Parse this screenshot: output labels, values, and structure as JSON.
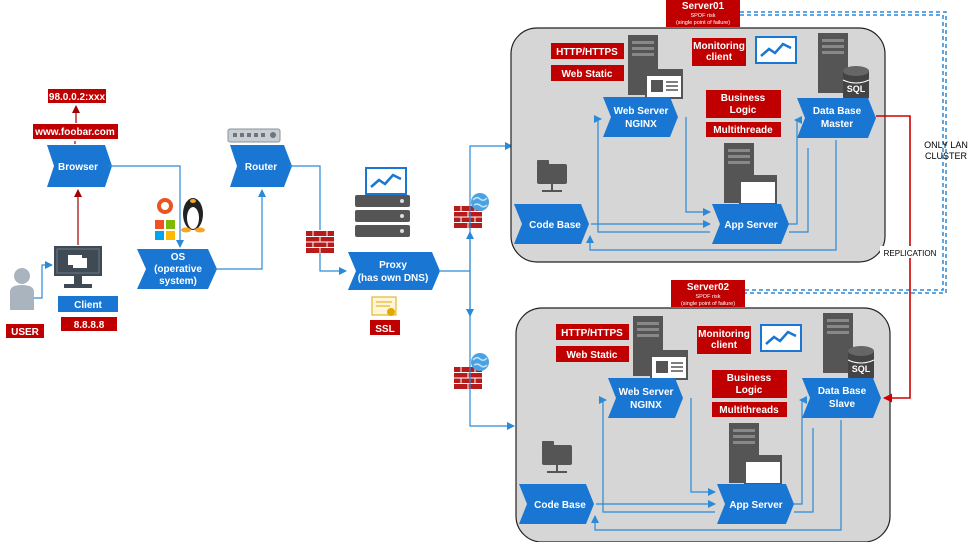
{
  "colors": {
    "chevron_blue": "#1976d2",
    "tag_red": "#c00000",
    "arrow_red": "#a00000",
    "line_blue": "#2b8ad8",
    "server_panel": "#d6d6d6",
    "server_dark": "#555555",
    "dashed_blue": "#2b8ad8",
    "replication_red": "#d00000"
  },
  "user": {
    "label": "USER"
  },
  "client": {
    "label": "Client",
    "ip": "8.8.8.8"
  },
  "browser": {
    "label": "Browser",
    "domain": "www.foobar.com",
    "ip": "98.0.0.2:xxx"
  },
  "os": {
    "line1": "OS",
    "line2": "(operative",
    "line3": "system)"
  },
  "router": {
    "label": "Router"
  },
  "proxy": {
    "line1": "Proxy",
    "line2": "(has own DNS)",
    "ssl": "SSL"
  },
  "server01": {
    "title": "Server01",
    "sub1": "SPOF risk",
    "sub2": "(single point of failure)",
    "http": "HTTP/HTTPS",
    "static": "Web Static",
    "monitoring_l1": "Monitoring",
    "monitoring_l2": "client",
    "webserver_l1": "Web Server",
    "webserver_l2": "NGINX",
    "bl_l1": "Business",
    "bl_l2": "Logic",
    "multi": "Multithreade",
    "db_l1": "Data Base",
    "db_l2": "Master",
    "codebase": "Code Base",
    "appserver": "App Server",
    "sql": "SQL"
  },
  "server02": {
    "title": "Server02",
    "sub1": "SPOF risk",
    "sub2": "(single point of failure)",
    "http": "HTTP/HTTPS",
    "static": "Web Static",
    "monitoring_l1": "Monitoring",
    "monitoring_l2": "client",
    "webserver_l1": "Web Server",
    "webserver_l2": "NGINX",
    "bl_l1": "Business",
    "bl_l2": "Logic",
    "multi": "Multithreads",
    "db_l1": "Data Base",
    "db_l2": "Slave",
    "codebase": "Code Base",
    "appserver": "App Server",
    "sql": "SQL"
  },
  "cluster": {
    "line1": "ONLY LAN",
    "line2": "CLUSTER"
  },
  "replication": {
    "label": "REPLICATION"
  }
}
